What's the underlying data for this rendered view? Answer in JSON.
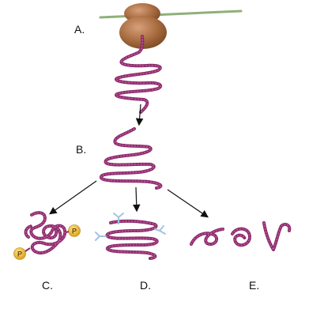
{
  "labels": {
    "a": "A.",
    "b": "B.",
    "c": "C.",
    "d": "D.",
    "e": "E."
  },
  "phosphate_symbol": "P",
  "icons": {
    "ribosome": "ribosome-icon",
    "mrna": "mrna-strand",
    "sugar_branch": "carbohydrate-branch-icon",
    "phosphate": "phosphate-group-icon"
  },
  "colors": {
    "chain": "#8a2a6a",
    "chain_highlight": "#c25a9e",
    "mrna": "#8fb07a",
    "ribosome": "#a66a3e",
    "phosphate": "#e5b62c",
    "sugar": "#9ec6e0",
    "arrow": "#111111"
  }
}
